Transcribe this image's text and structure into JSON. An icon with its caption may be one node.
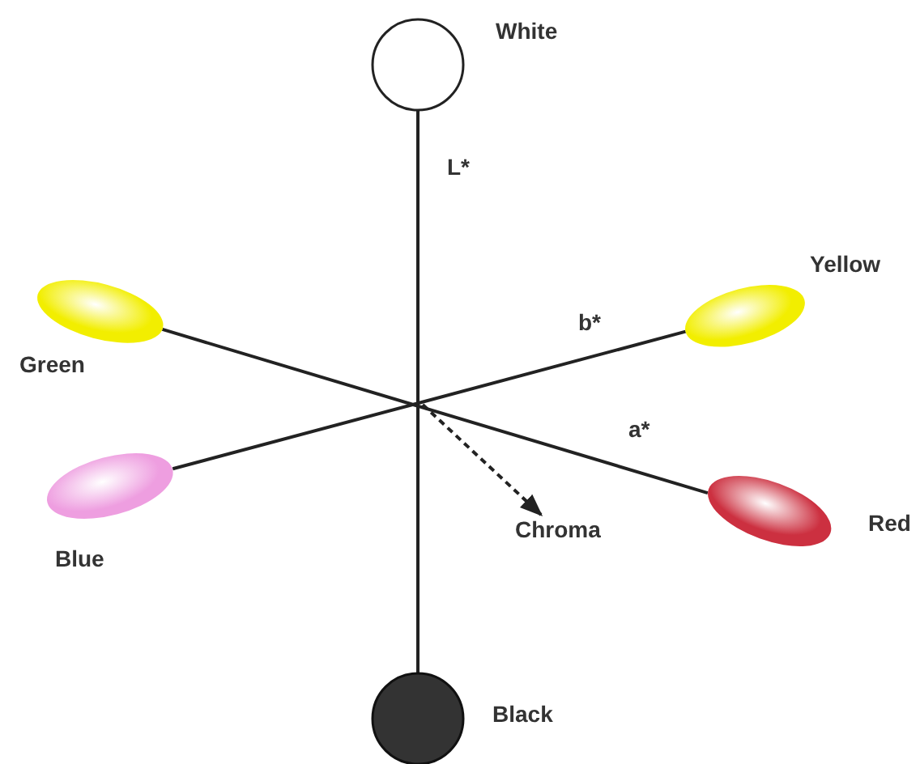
{
  "diagram": {
    "nodes": [
      {
        "text": [],
        "shape": "circle",
        "beside": [
          "White"
        ]
      },
      {
        "text": [],
        "shape": "ellipse",
        "beside": [
          "Yellow"
        ]
      },
      {
        "text": [],
        "shape": "ellipse",
        "beside": [
          "Green"
        ]
      },
      {
        "text": [],
        "shape": "ellipse",
        "beside": [
          "Blue"
        ]
      },
      {
        "text": [],
        "shape": "ellipse",
        "beside": [
          "Red"
        ]
      },
      {
        "text": [],
        "shape": "circle",
        "beside": [
          "Black"
        ]
      },
      {
        "text": [
          "Chroma"
        ]
      }
    ],
    "edges": [
      {
        "from": 0,
        "to": 5,
        "arrow": "none",
        "label": "L*"
      },
      {
        "from": 3,
        "to": 1,
        "arrow": "none",
        "label": "b*"
      },
      {
        "from": 2,
        "to": 4,
        "arrow": "none",
        "label": "a*"
      },
      {
        "from": null,
        "to": 6,
        "arrow": "to",
        "style": "dashed"
      }
    ]
  }
}
